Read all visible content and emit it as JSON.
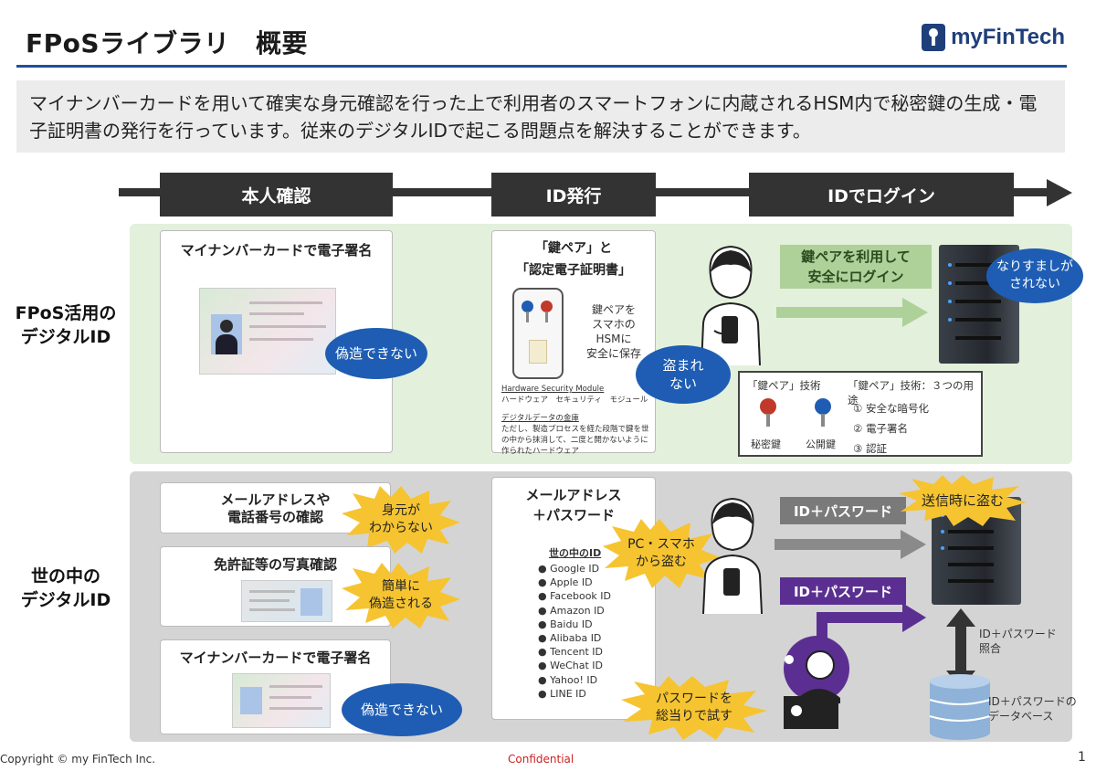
{
  "header": {
    "title": "FPoSライブラリ　概要",
    "logo_text": "myFinTech",
    "intro": "マイナンバーカードを用いて確実な身元確認を行った上で利用者のスマートフォンに内蔵されるHSM内で秘密鍵の生成・電子証明書の発行を行っています。従来のデジタルIDで起こる問題点を解決することができます。"
  },
  "timeline": {
    "stages": [
      "本人確認",
      "ID発行",
      "IDでログイン"
    ]
  },
  "fpos": {
    "label_line1": "FPoS活用の",
    "label_line2": "デジタルID",
    "card1_title": "マイナンバーカードで電子署名",
    "card1_oval": "偽造できない",
    "card2_title_line1": "「鍵ペア」と",
    "card2_title_line2": "「認定電子証明書」",
    "card2_note": [
      "鍵ペアを",
      "スマホの",
      "HSMに",
      "安全に保存"
    ],
    "hsm_title": "Hardware Security Module",
    "hsm_sub": "ハードウェア　セキュリティ　モジュール",
    "vault_title": "デジタルデータの金庫",
    "vault_desc": "ただし、製造プロセスを経た段階で鍵を世の中から抹消して、二度と開かないように作られたハードウェア",
    "steal_oval_line1": "盗まれ",
    "steal_oval_line2": "ない",
    "login_box_line1": "鍵ペアを利用して",
    "login_box_line2": "安全にログイン",
    "spoof_oval_line1": "なりすましが",
    "spoof_oval_line2": "されない",
    "keypair_tech_label": "「鍵ペア」技術",
    "keypair_uses_title": "「鍵ペア」技術：３つの用途",
    "uses": [
      "① 安全な暗号化",
      "② 電子署名",
      "③ 認証"
    ],
    "private_key": "秘密鍵",
    "public_key": "公開鍵"
  },
  "current": {
    "label_line1": "世の中の",
    "label_line2": "デジタルID",
    "card_email_line1": "メールアドレスや",
    "card_email_line2": "電話番号の確認",
    "burst_identity_line1": "身元が",
    "burst_identity_line2": "わからない",
    "card_license_title": "免許証等の写真確認",
    "burst_forge_line1": "簡単に",
    "burst_forge_line2": "偽造される",
    "card_mynumber_title": "マイナンバーカードで電子署名",
    "oval_noforge": "偽造できない",
    "idcard_title_line1": "メールアドレス",
    "idcard_title_line2": "＋パスワード",
    "ids_heading": "世の中のID",
    "ids": [
      "Google ID",
      "Apple ID",
      "Facebook ID",
      "Amazon ID",
      "Baidu ID",
      "Alibaba ID",
      "Tencent ID",
      "WeChat ID",
      "Yahoo! ID",
      "LINE ID"
    ],
    "burst_pc_line1": "PC・スマホ",
    "burst_pc_line2": "から盗む",
    "burst_brute_line1": "パスワードを",
    "burst_brute_line2": "総当りで試す",
    "burst_transit": "送信時に盗む",
    "tag_gray": "ID＋パスワード",
    "tag_purple": "ID＋パスワード",
    "match_line1": "ID＋パスワード",
    "match_line2": "照合",
    "db_line1": "ID＋パスワードの",
    "db_line2": "データベース"
  },
  "footer": {
    "copyright": "Copyright © my FinTech Inc.",
    "confidential": "Confidential",
    "page": "1"
  },
  "colors": {
    "accent_blue": "#1e5db3",
    "rule_blue": "#1f4e9c",
    "green_band": "#e3f0dc",
    "gray_band": "#d4d4d4",
    "burst_yellow": "#f6c431",
    "purple": "#5b2f91",
    "confidential_red": "#cc2222"
  }
}
